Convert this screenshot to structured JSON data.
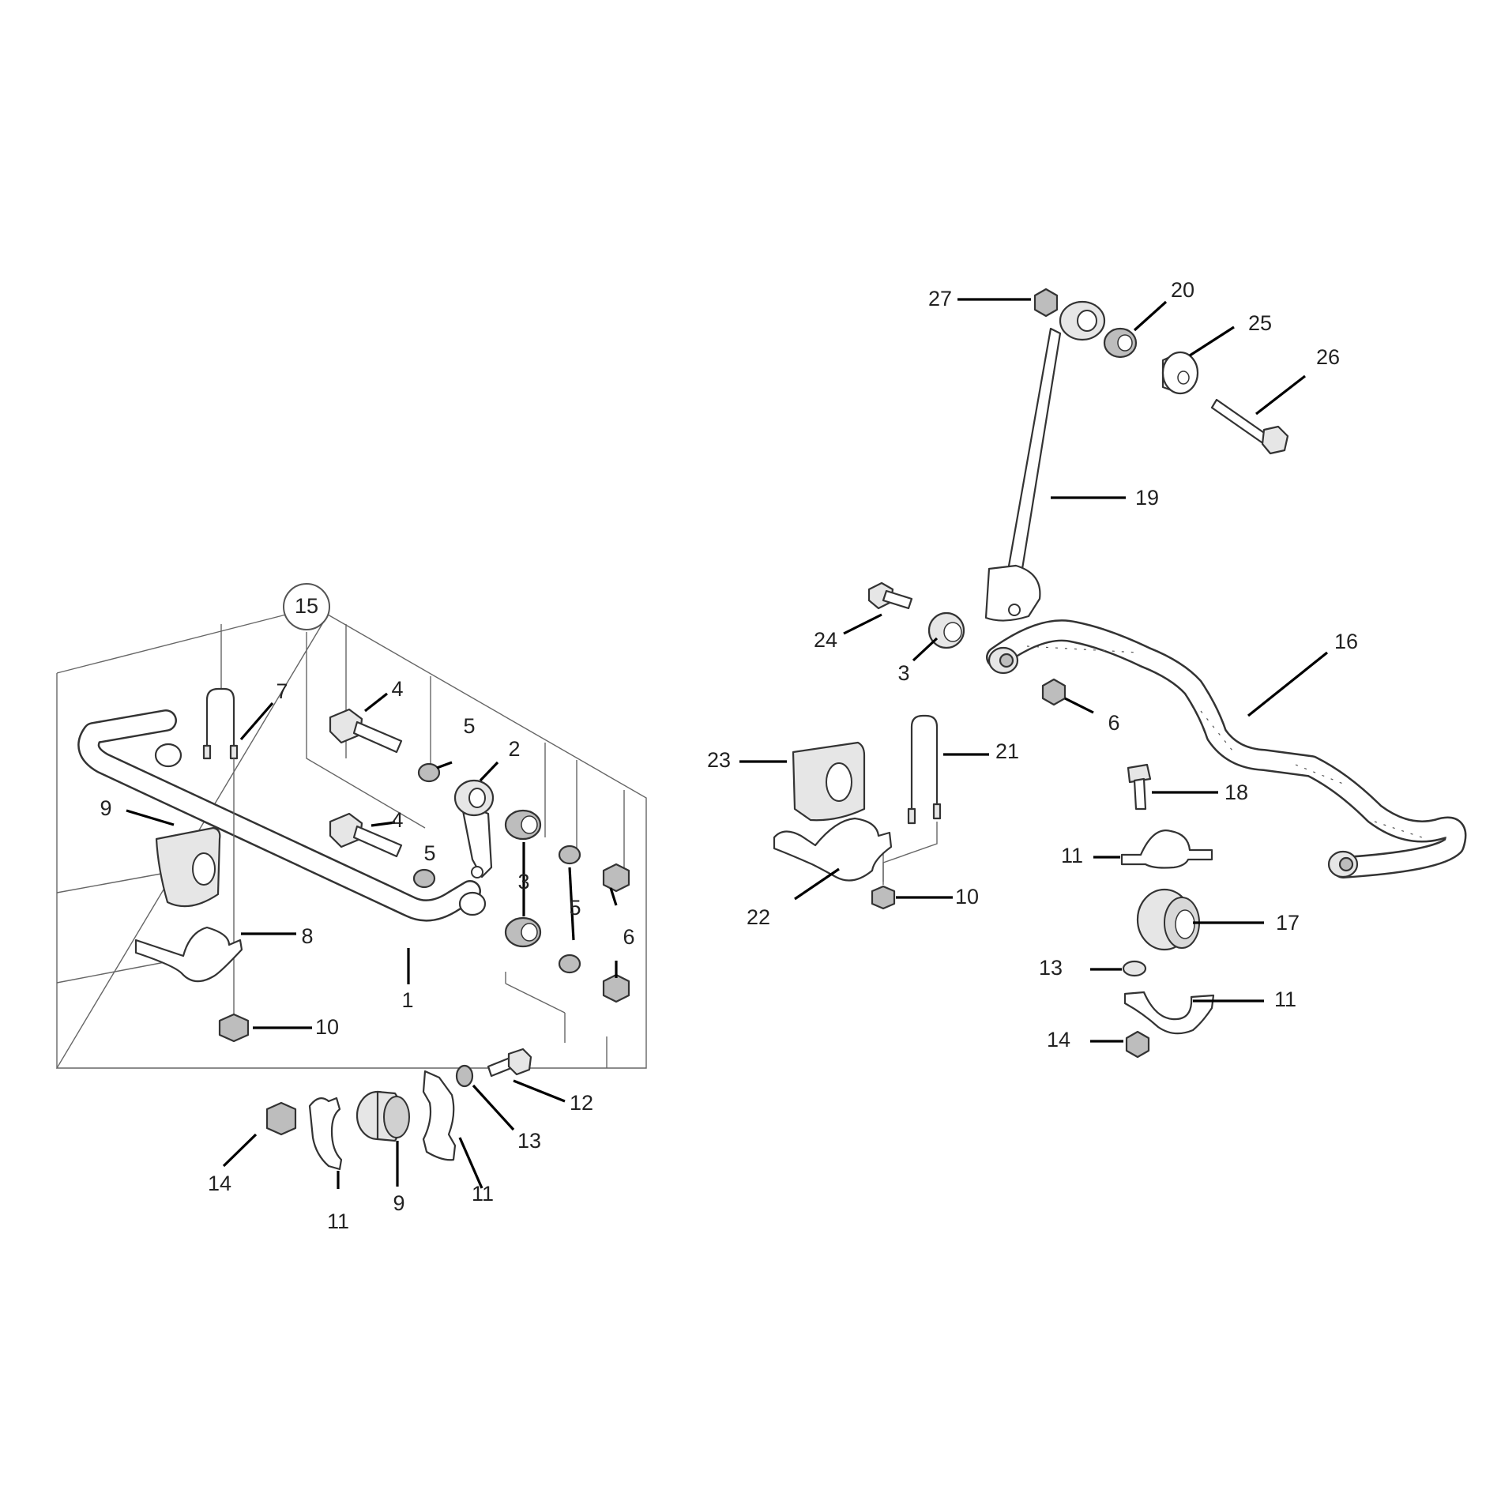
{
  "diagram": {
    "group_callout": "15",
    "left_assembly_labels": {
      "p1": "1",
      "p2": "2",
      "p3": "3",
      "p4a": "4",
      "p4b": "4",
      "p5a": "5",
      "p5b": "5",
      "p5c": "5",
      "p6": "6",
      "p7": "7",
      "p8": "8",
      "p9a": "9",
      "p9b": "9",
      "p10": "10",
      "p11a": "11",
      "p11b": "11",
      "p12": "12",
      "p13": "13",
      "p14": "14"
    },
    "right_assembly_labels": {
      "p3": "3",
      "p6": "6",
      "p10": "10",
      "p11a": "11",
      "p11b": "11",
      "p13": "13",
      "p14": "14",
      "p16": "16",
      "p17": "17",
      "p18": "18",
      "p19": "19",
      "p20": "20",
      "p21": "21",
      "p22": "22",
      "p23": "23",
      "p24": "24",
      "p25": "25",
      "p26": "26",
      "p27": "27"
    }
  }
}
